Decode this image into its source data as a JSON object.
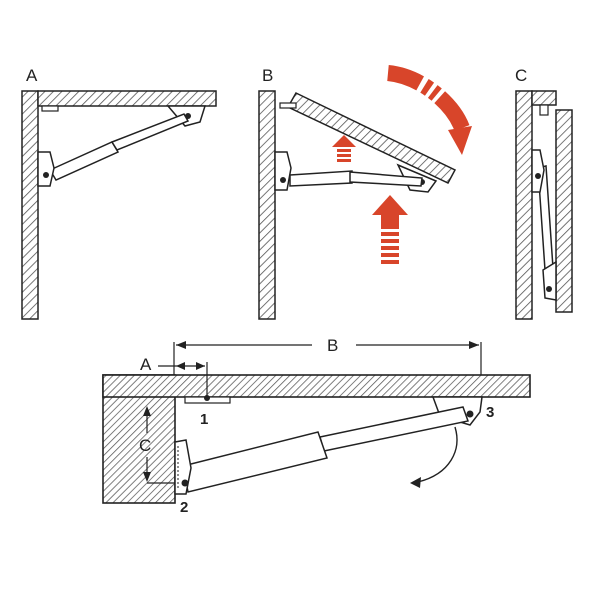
{
  "panels": {
    "a": {
      "label": "A"
    },
    "b": {
      "label": "B"
    },
    "c": {
      "label": "C"
    }
  },
  "dimensions": {
    "a": "A",
    "b": "B",
    "c": "C"
  },
  "points": {
    "p1": "1",
    "p2": "2",
    "p3": "3"
  },
  "colors": {
    "line": "#222222",
    "hatch": "#555555",
    "arrow_red": "#d8452a",
    "strut_fill": "#ffffff"
  }
}
